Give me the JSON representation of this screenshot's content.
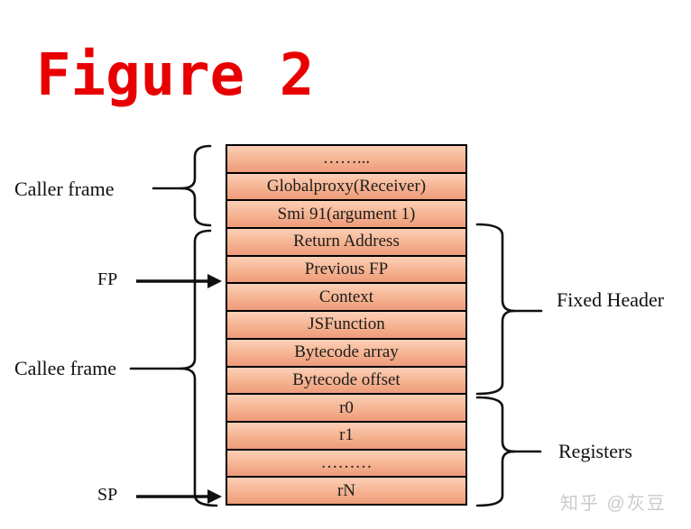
{
  "title": "Figure 2",
  "stack": {
    "rows": [
      "……...",
      "Globalproxy(Receiver)",
      "Smi 91(argument 1)",
      "Return Address",
      "Previous FP",
      "Context",
      "JSFunction",
      "Bytecode array",
      "Bytecode offset",
      "r0",
      "r1",
      "………",
      "rN"
    ]
  },
  "labels": {
    "caller_frame": "Caller frame",
    "fp": "FP",
    "callee_frame": "Callee frame",
    "sp": "SP",
    "fixed_header": "Fixed Header",
    "registers": "Registers"
  },
  "watermark": "知乎 @灰豆",
  "colors": {
    "title_red": "#e80000",
    "cell_gradient_top": "#fccfb6",
    "cell_gradient_bottom": "#ee9b7a",
    "line_black": "#101010",
    "watermark_gray": "#cbcbcb"
  }
}
